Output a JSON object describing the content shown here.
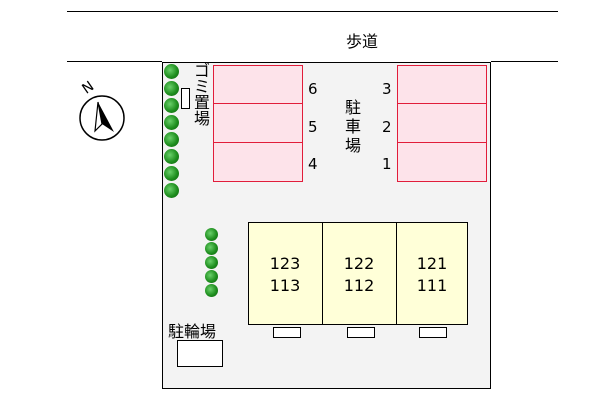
{
  "road": {
    "label": "歩道"
  },
  "compass": {
    "label": "N",
    "icon": "north-arrow-icon"
  },
  "garbage": {
    "label_chars": [
      "ゴ",
      "ミ",
      "置",
      "場"
    ]
  },
  "parking": {
    "label_chars": [
      "駐",
      "車",
      "場"
    ],
    "spaces": [
      "1",
      "2",
      "3",
      "4",
      "5",
      "6"
    ]
  },
  "building": {
    "units": [
      {
        "upper": "123",
        "lower": "113"
      },
      {
        "upper": "122",
        "lower": "112"
      },
      {
        "upper": "121",
        "lower": "111"
      }
    ]
  },
  "bicycle": {
    "label": "駐輪場"
  },
  "colors": {
    "parking_fill": "#fde3ea",
    "parking_border": "#e11d3a",
    "building_fill": "#ffffd8",
    "lot_fill": "#f3f3f3",
    "tree": "#1f8f1f"
  }
}
